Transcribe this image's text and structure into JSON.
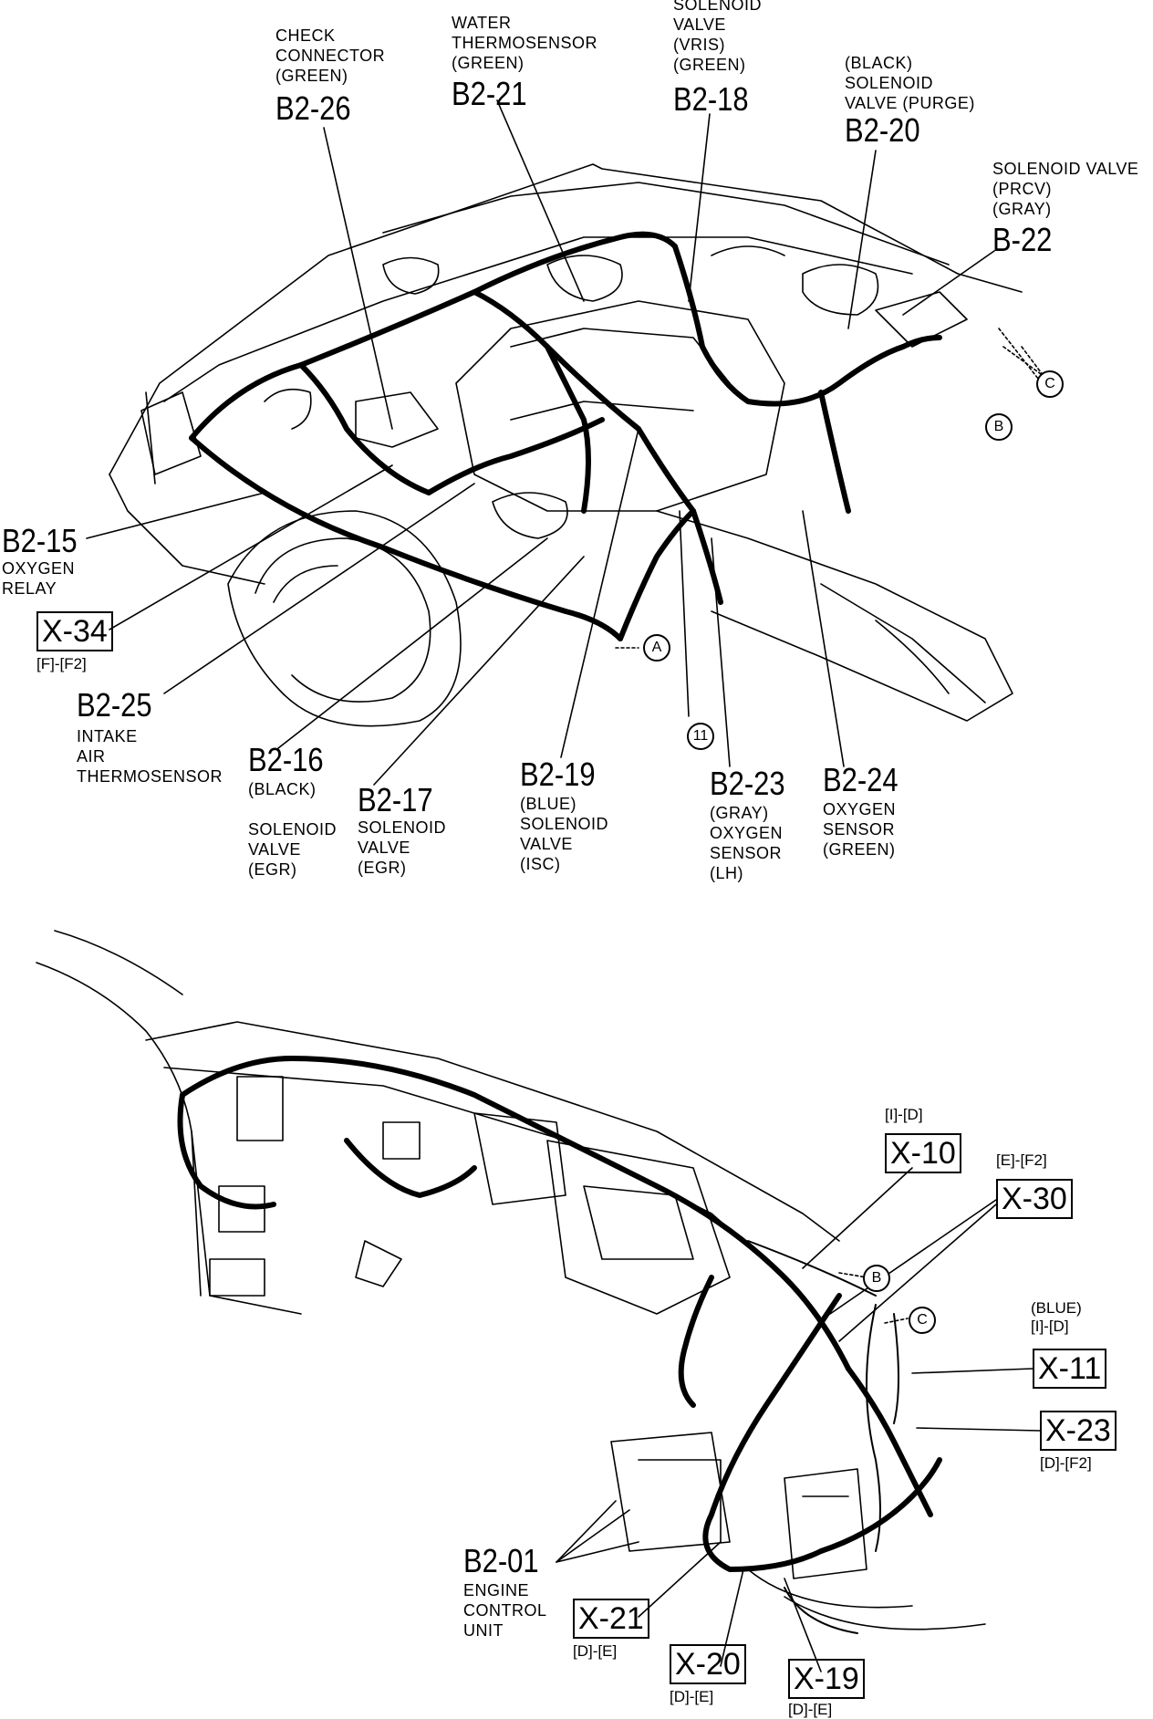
{
  "top_diagram": {
    "callouts": [
      {
        "id": "b2-26",
        "code": "B2-26",
        "desc": "CHECK\nCONNECTOR\n(GREEN)"
      },
      {
        "id": "b2-21",
        "code": "B2-21",
        "desc": "WATER\nTHERMOSENSOR\n(GREEN)"
      },
      {
        "id": "b2-18",
        "code": "B2-18",
        "desc": "SOLENOID\nVALVE\n(VRIS)\n(GREEN)"
      },
      {
        "id": "b2-20",
        "code": "B2-20",
        "desc": "(BLACK)\nSOLENOID\nVALVE (PURGE)"
      },
      {
        "id": "b-22",
        "code": "B-22",
        "desc": "SOLENOID VALVE\n(PRCV)\n(GRAY)"
      },
      {
        "id": "b2-15",
        "code": "B2-15",
        "desc": "OXYGEN\nRELAY"
      },
      {
        "id": "b2-25",
        "code": "B2-25",
        "desc": "INTAKE\nAIR\nTHERMOSENSOR"
      },
      {
        "id": "b2-16",
        "code": "B2-16",
        "desc": "(BLACK)\n\nSOLENOID\nVALVE\n(EGR)"
      },
      {
        "id": "b2-17",
        "code": "B2-17",
        "desc": "SOLENOID\nVALVE\n(EGR)"
      },
      {
        "id": "b2-19",
        "code": "B2-19",
        "desc": "(BLUE)\nSOLENOID\nVALVE\n(ISC)"
      },
      {
        "id": "b2-23",
        "code": "B2-23",
        "desc": "(GRAY)\nOXYGEN\nSENSOR\n(LH)"
      },
      {
        "id": "b2-24",
        "code": "B2-24",
        "desc": "OXYGEN\nSENSOR\n(GREEN)"
      }
    ],
    "boxed": [
      {
        "id": "x-34",
        "code": "X-34",
        "ref": "[F]-[F2]"
      }
    ],
    "markers": {
      "a": "A",
      "b": "B",
      "c": "C",
      "eleven": "11"
    }
  },
  "bottom_diagram": {
    "callouts": [
      {
        "id": "b2-01",
        "code": "B2-01",
        "desc": "ENGINE\nCONTROL\nUNIT"
      }
    ],
    "boxed": [
      {
        "id": "x-10",
        "code": "X-10",
        "ref": "[I]-[D]"
      },
      {
        "id": "x-30",
        "code": "X-30",
        "ref": "[E]-[F2]"
      },
      {
        "id": "x-11",
        "code": "X-11",
        "ref": "(BLUE)\n[I]-[D]"
      },
      {
        "id": "x-23",
        "code": "X-23",
        "ref": "[D]-[F2]"
      },
      {
        "id": "x-21",
        "code": "X-21",
        "ref": "[D]-[E]"
      },
      {
        "id": "x-20",
        "code": "X-20",
        "ref": "[D]-[E]"
      },
      {
        "id": "x-19",
        "code": "X-19",
        "ref": "[D]-[E]"
      }
    ],
    "markers": {
      "b": "B",
      "c": "C"
    }
  }
}
